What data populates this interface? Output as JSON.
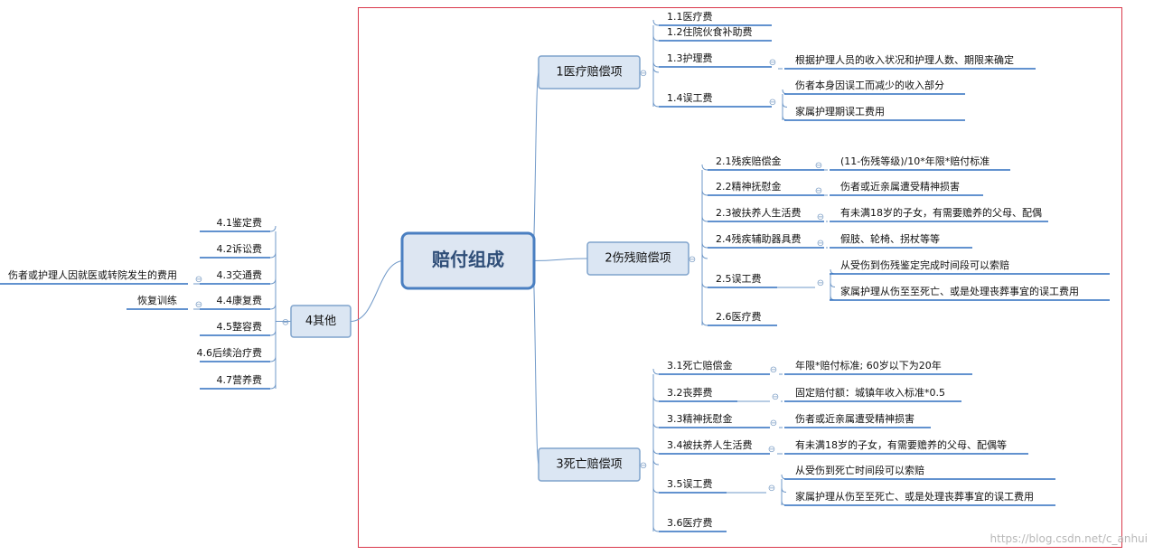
{
  "colors": {
    "line": "#6f98c8",
    "underline": "#2e6fbf",
    "box_fill": "#dbe6f3",
    "box_stroke": "#7fa3cc",
    "root_fill": "#dde6f2",
    "root_stroke": "#4a7fc1",
    "root_text": "#2f4e78",
    "frame": "#d9384a",
    "text": "#111111",
    "fold_icon": "#7a9cc4"
  },
  "mindmap": {
    "root": "赔付组成",
    "branches": [
      {
        "label": "1医疗赔偿项",
        "items": [
          {
            "label": "1.1医疗费",
            "details": []
          },
          {
            "label": "1.2住院伙食补助费",
            "details": []
          },
          {
            "label": "1.3护理费",
            "details": [
              "根据护理人员的收入状况和护理人数、期限来确定"
            ]
          },
          {
            "label": "1.4误工费",
            "details": [
              "伤者本身因误工而减少的收入部分",
              "家属护理期误工费用"
            ]
          }
        ]
      },
      {
        "label": "2伤残赔偿项",
        "items": [
          {
            "label": "2.1残疾赔偿金",
            "details": [
              "(11-伤残等级)/10*年限*赔付标准"
            ]
          },
          {
            "label": "2.2精神抚慰金",
            "details": [
              "伤者或近亲属遭受精神损害"
            ]
          },
          {
            "label": "2.3被扶养人生活费",
            "details": [
              "有未满18岁的子女，有需要赡养的父母、配偶"
            ]
          },
          {
            "label": "2.4残疾辅助器具费",
            "details": [
              "假肢、轮椅、拐杖等等"
            ]
          },
          {
            "label": "2.5误工费",
            "details": [
              "从受伤到伤残鉴定完成时间段可以索赔",
              "家属护理从伤至至死亡、或是处理丧葬事宜的误工费用"
            ]
          },
          {
            "label": "2.6医疗费",
            "details": []
          }
        ]
      },
      {
        "label": "3死亡赔偿项",
        "items": [
          {
            "label": "3.1死亡赔偿金",
            "details": [
              "年限*赔付标准;  60岁以下为20年"
            ]
          },
          {
            "label": "3.2丧葬费",
            "details": [
              "固定赔付额：城镇年收入标准*0.5"
            ]
          },
          {
            "label": "3.3精神抚慰金",
            "details": [
              "伤者或近亲属遭受精神损害"
            ]
          },
          {
            "label": "3.4被扶养人生活费",
            "details": [
              "有未满18岁的子女，有需要赡养的父母、配偶等"
            ]
          },
          {
            "label": "3.5误工费",
            "details": [
              "从受伤到死亡时间段可以索赔",
              "家属护理从伤至至死亡、或是处理丧葬事宜的误工费用"
            ]
          },
          {
            "label": "3.6医疗费",
            "details": []
          }
        ]
      },
      {
        "label": "4其他",
        "items": [
          {
            "label": "4.1鉴定费",
            "details": []
          },
          {
            "label": "4.2诉讼费",
            "details": []
          },
          {
            "label": "4.3交通费",
            "details": [
              "伤者或护理人因就医或转院发生的费用"
            ]
          },
          {
            "label": "4.4康复费",
            "details": [
              "恢复训练"
            ]
          },
          {
            "label": "4.5整容费",
            "details": []
          },
          {
            "label": "4.6后续治疗费",
            "details": []
          },
          {
            "label": "4.7营养费",
            "details": []
          }
        ]
      }
    ]
  },
  "fold_glyph": "⊖",
  "watermark": "https://blog.csdn.net/c_anhui"
}
